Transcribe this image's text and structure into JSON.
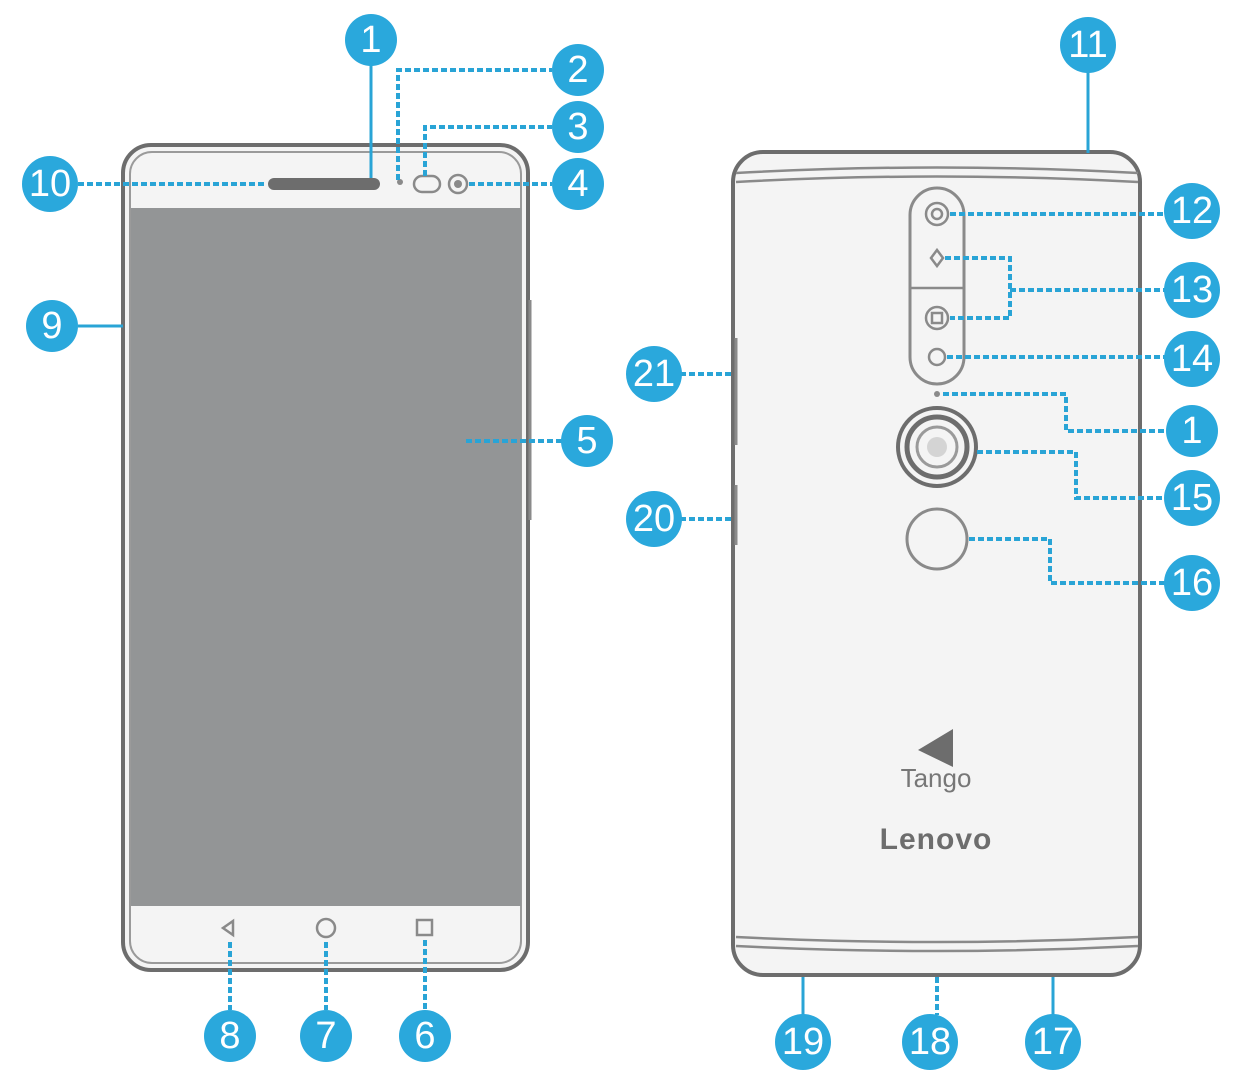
{
  "front": {
    "callouts": [
      "1",
      "2",
      "3",
      "4",
      "5",
      "6",
      "7",
      "8",
      "9",
      "10"
    ]
  },
  "back": {
    "callouts": [
      "11",
      "12",
      "13",
      "14",
      "1",
      "15",
      "16",
      "17",
      "18",
      "19",
      "20",
      "21"
    ],
    "branding": {
      "tango": "Tango",
      "lenovo": "Lenovo"
    }
  },
  "colors": {
    "accent": "#2aa8dc",
    "screen": "#939596",
    "outline": "#6d6d6d"
  },
  "icons": [
    "back-icon",
    "home-icon",
    "recents-icon",
    "front-camera-icon",
    "rear-camera-icon",
    "flash-icon",
    "depth-sensor-icon",
    "fingerprint-sensor-icon",
    "tango-logo-icon"
  ]
}
